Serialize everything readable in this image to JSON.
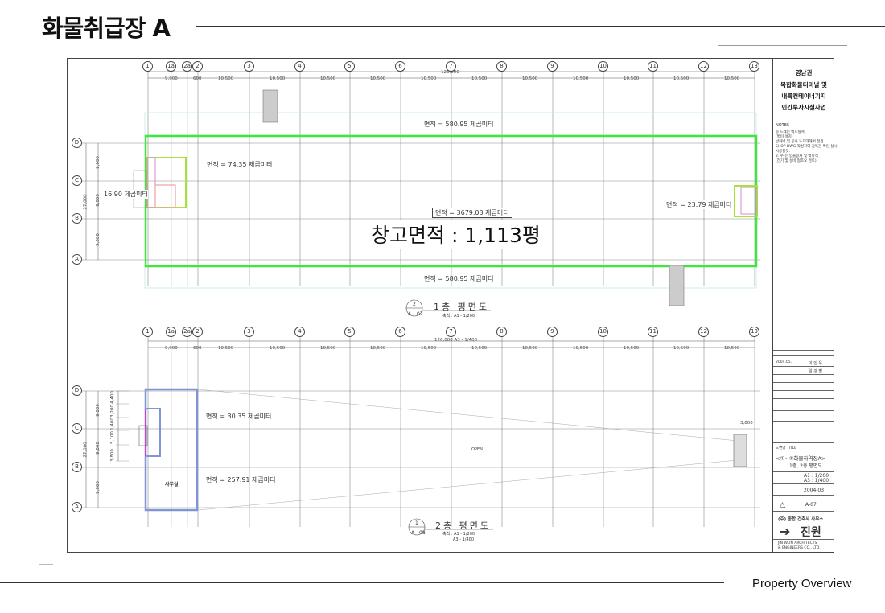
{
  "header": {
    "title": "화물취급장 A"
  },
  "footer": {
    "label": "Property Overview"
  },
  "drawing": {
    "col_labels": [
      "1",
      "1a",
      "2a",
      "2",
      "3",
      "4",
      "5",
      "6",
      "7",
      "8",
      "9",
      "10",
      "11",
      "12",
      "13"
    ],
    "row_labels": [
      "D",
      "C",
      "B",
      "A"
    ],
    "span_dims": [
      "9,900",
      "600",
      "10,500",
      "10,500",
      "10,500",
      "10,500",
      "10,500",
      "10,500",
      "10,500",
      "10,500",
      "10,500",
      "10,500",
      "10,500"
    ],
    "overall_top": "126,000",
    "overall_bottom": "126,000 A3 - 1/400",
    "row_dims": [
      "9,000",
      "9,000",
      "9,000"
    ],
    "row_total": "27,000",
    "bottom_row_dims": [
      "4,400",
      "3,200",
      "1,400",
      "5,100",
      "3,800"
    ],
    "floor1": {
      "area_top": "면적 = 580.95 제곱미터",
      "area_bottom": "면적 = 580.95 제곱미터",
      "area_office": "면적 = 74.35 제곱미터",
      "area_left": "16.90 제곱미터",
      "area_main": "면적 = 3679.03 제곱미터",
      "area_right": "면적 = 23.79 제곱미터",
      "warehouse_area": "창고면적 : 1,113평",
      "plan_title": "1층 평면도",
      "plan_no": "2",
      "sheet_a": "A",
      "sheet_no": "07",
      "scale": "축척 : A1 - 1/200"
    },
    "floor2": {
      "area_wc": "면적 = 30.35 제곱미터",
      "area_office": "면적 = 257.91 제곱미터",
      "room": "사무실",
      "open": "OPEN",
      "dim_right": "3,800",
      "plan_title": "2층 평면도",
      "plan_no": "1",
      "sheet_a": "A",
      "sheet_no": "08",
      "scale": "축척 : A1 - 1/200",
      "scale2": "A3 - 1/400"
    }
  },
  "title_block": {
    "project": [
      "영남권",
      "복합화물터미널 및",
      "내륙컨테이너기지",
      "민간투자시설사업"
    ],
    "notes_label": "NOTES",
    "notes": [
      "◎ 드레인 벽드릴셔",
      "(벽미 설치)",
      "방화벽 및 공사 노드대해서 점검",
      "SHOP DWG 작성하여 감독관 확인 실시",
      "시공할것.",
      "2. 수 는 입을일처 및 벽마식",
      "(전기 및 설비 협조요 검토)"
    ],
    "designer": "이 인 우",
    "drafter": "임 강 범",
    "date": "2004.05.",
    "drawing_title_label": "도면명 TITLE",
    "drawing_title": "<①~⑤화물하역장A>",
    "drawing_subtitle": "1층, 2층 평면도",
    "scale_a1": "A1 : 1/200",
    "scale_a3": "A3 : 1/400",
    "date2": "2004-03",
    "drawing_no": "A-07",
    "firm": "(주) 종합 건축사 사무소",
    "logo_text": "진원",
    "firm_en1": "JIN WON ARCHITECTS",
    "firm_en2": "& ENGINEERS CO., LTD."
  }
}
